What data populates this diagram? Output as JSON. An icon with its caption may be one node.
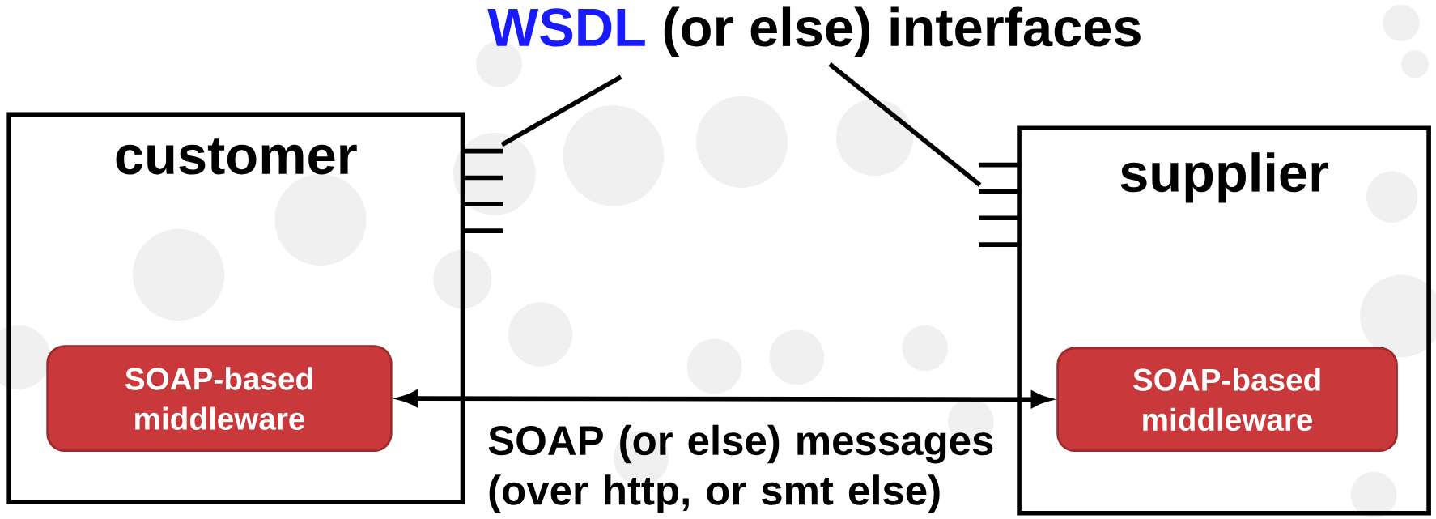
{
  "diagram": {
    "nodes": [
      {
        "text": [
          "customer"
        ]
      },
      {
        "text": [
          "SOAP-based middleware"
        ],
        "in": 0
      },
      {
        "text": [
          "supplier"
        ]
      },
      {
        "text": [
          "SOAP-based middleware"
        ],
        "in": 2
      },
      {
        "text": [
          "WSDL",
          "(or else) interfaces"
        ]
      },
      {
        "text": [],
        "shape": "lines"
      },
      {
        "text": [],
        "shape": "lines"
      }
    ],
    "edges": [
      {
        "from": 1,
        "to": 3,
        "arrow": "both",
        "label": "SOAP (or else) messages (over http, or smt else)"
      },
      {
        "from": 4,
        "to": 5,
        "arrow": "none"
      },
      {
        "from": 4,
        "to": 6,
        "arrow": "none"
      }
    ]
  }
}
